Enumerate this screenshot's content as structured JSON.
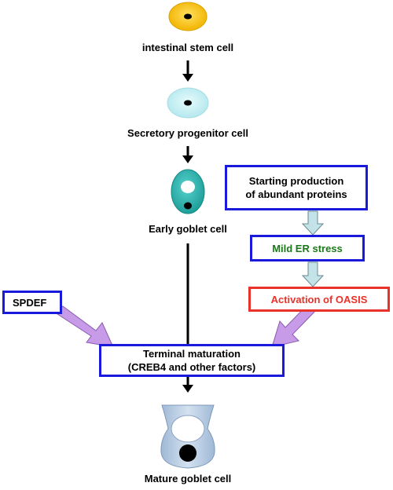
{
  "cells": {
    "stem_label": "intestinal stem cell",
    "progenitor_label": "Secretory progenitor cell",
    "early_goblet_label": "Early goblet cell",
    "mature_goblet_label": "Mature goblet cell"
  },
  "boxes": {
    "starting_production": {
      "line1": "Starting production",
      "line2": "of abundant proteins"
    },
    "mild_er_stress": "Mild ER stress",
    "activation_oasis": "Activation of OASIS",
    "spdef": "SPDEF",
    "terminal_maturation": {
      "line1": "Terminal maturation",
      "line2": "(CREB4 and other factors)"
    }
  },
  "colors": {
    "box_border_blue": "#1a1adc",
    "box_border_red": "#e8322a",
    "mild_er_text": "#1a7a1a",
    "oasis_text": "#e8322a",
    "stem_cell_fill": "#f7c318",
    "progenitor_fill": "#c6f0f4",
    "early_goblet_fill": "#2fb8b4",
    "mature_goblet_fill": "#b9cde4",
    "purple_arrow": "#c79be8",
    "light_arrow": "#c3e3e8"
  }
}
